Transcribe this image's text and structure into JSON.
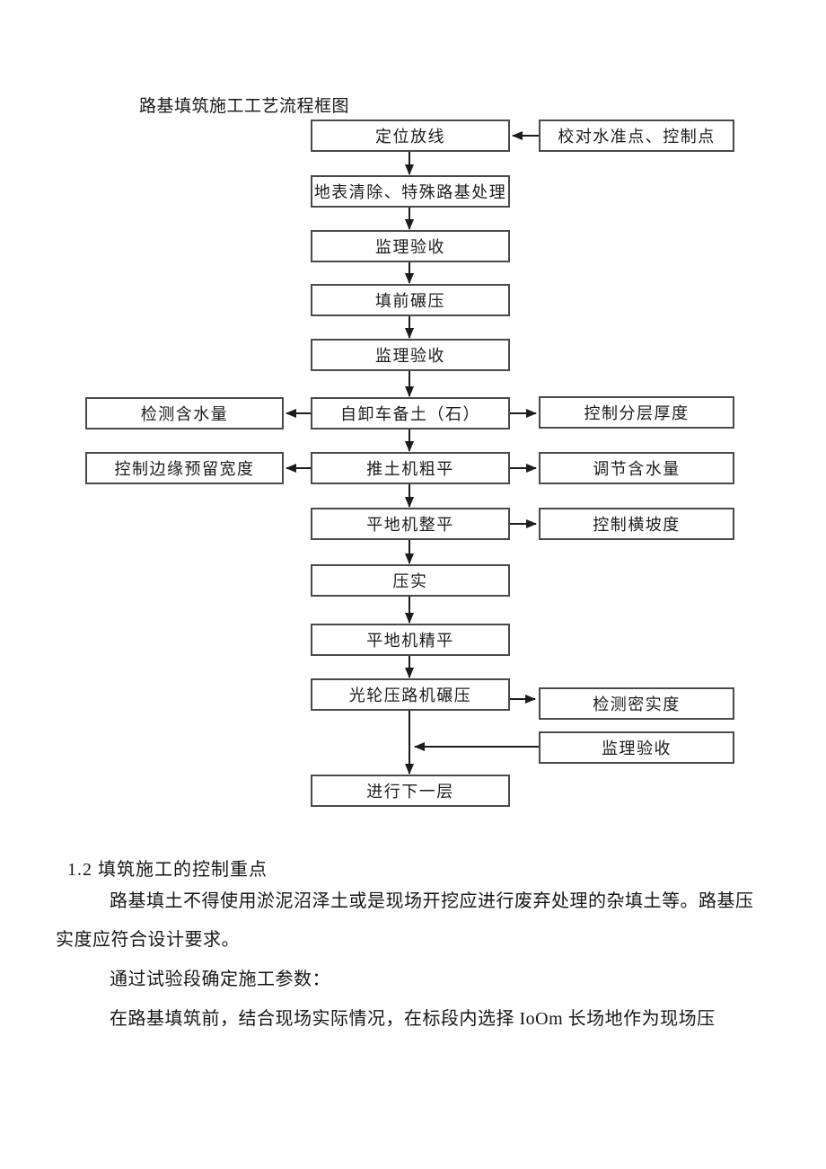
{
  "flowchart": {
    "title": "路基填筑施工工艺流程框图",
    "boxes": [
      {
        "label": "定位放线"
      },
      {
        "label": "校对水准点、控制点"
      },
      {
        "label": "地表清除、特殊路基处理"
      },
      {
        "label": "监理验收"
      },
      {
        "label": "填前碾压"
      },
      {
        "label": "监理验收"
      },
      {
        "label": "检测含水量"
      },
      {
        "label": "自卸车备土（石）"
      },
      {
        "label": "控制分层厚度"
      },
      {
        "label": "控制边缘预留宽度"
      },
      {
        "label": "推土机粗平"
      },
      {
        "label": "调节含水量"
      },
      {
        "label": "平地机整平"
      },
      {
        "label": "控制横坡度"
      },
      {
        "label": "压实"
      },
      {
        "label": "平地机精平"
      },
      {
        "label": "光轮压路机碾压"
      },
      {
        "label": "检测密实度"
      },
      {
        "label": "监理验收"
      },
      {
        "label": "进行下一层"
      }
    ]
  },
  "section": {
    "heading": "1.2 填筑施工的控制重点",
    "paragraph_lines": [
      "路基填土不得使用淤泥沼泽土或是现场开挖应进行废弃处理的杂填土等。路基压",
      "实度应符合设计要求。",
      "通过试验段确定施工参数：",
      "在路基填筑前，结合现场实际情况，在标段内选择 IoOm 长场地作为现场压"
    ]
  },
  "colors": {
    "page_background": "#ffffff",
    "box_border": "#4a4a4a",
    "connector": "#1c1c1c",
    "text": "#161616"
  }
}
